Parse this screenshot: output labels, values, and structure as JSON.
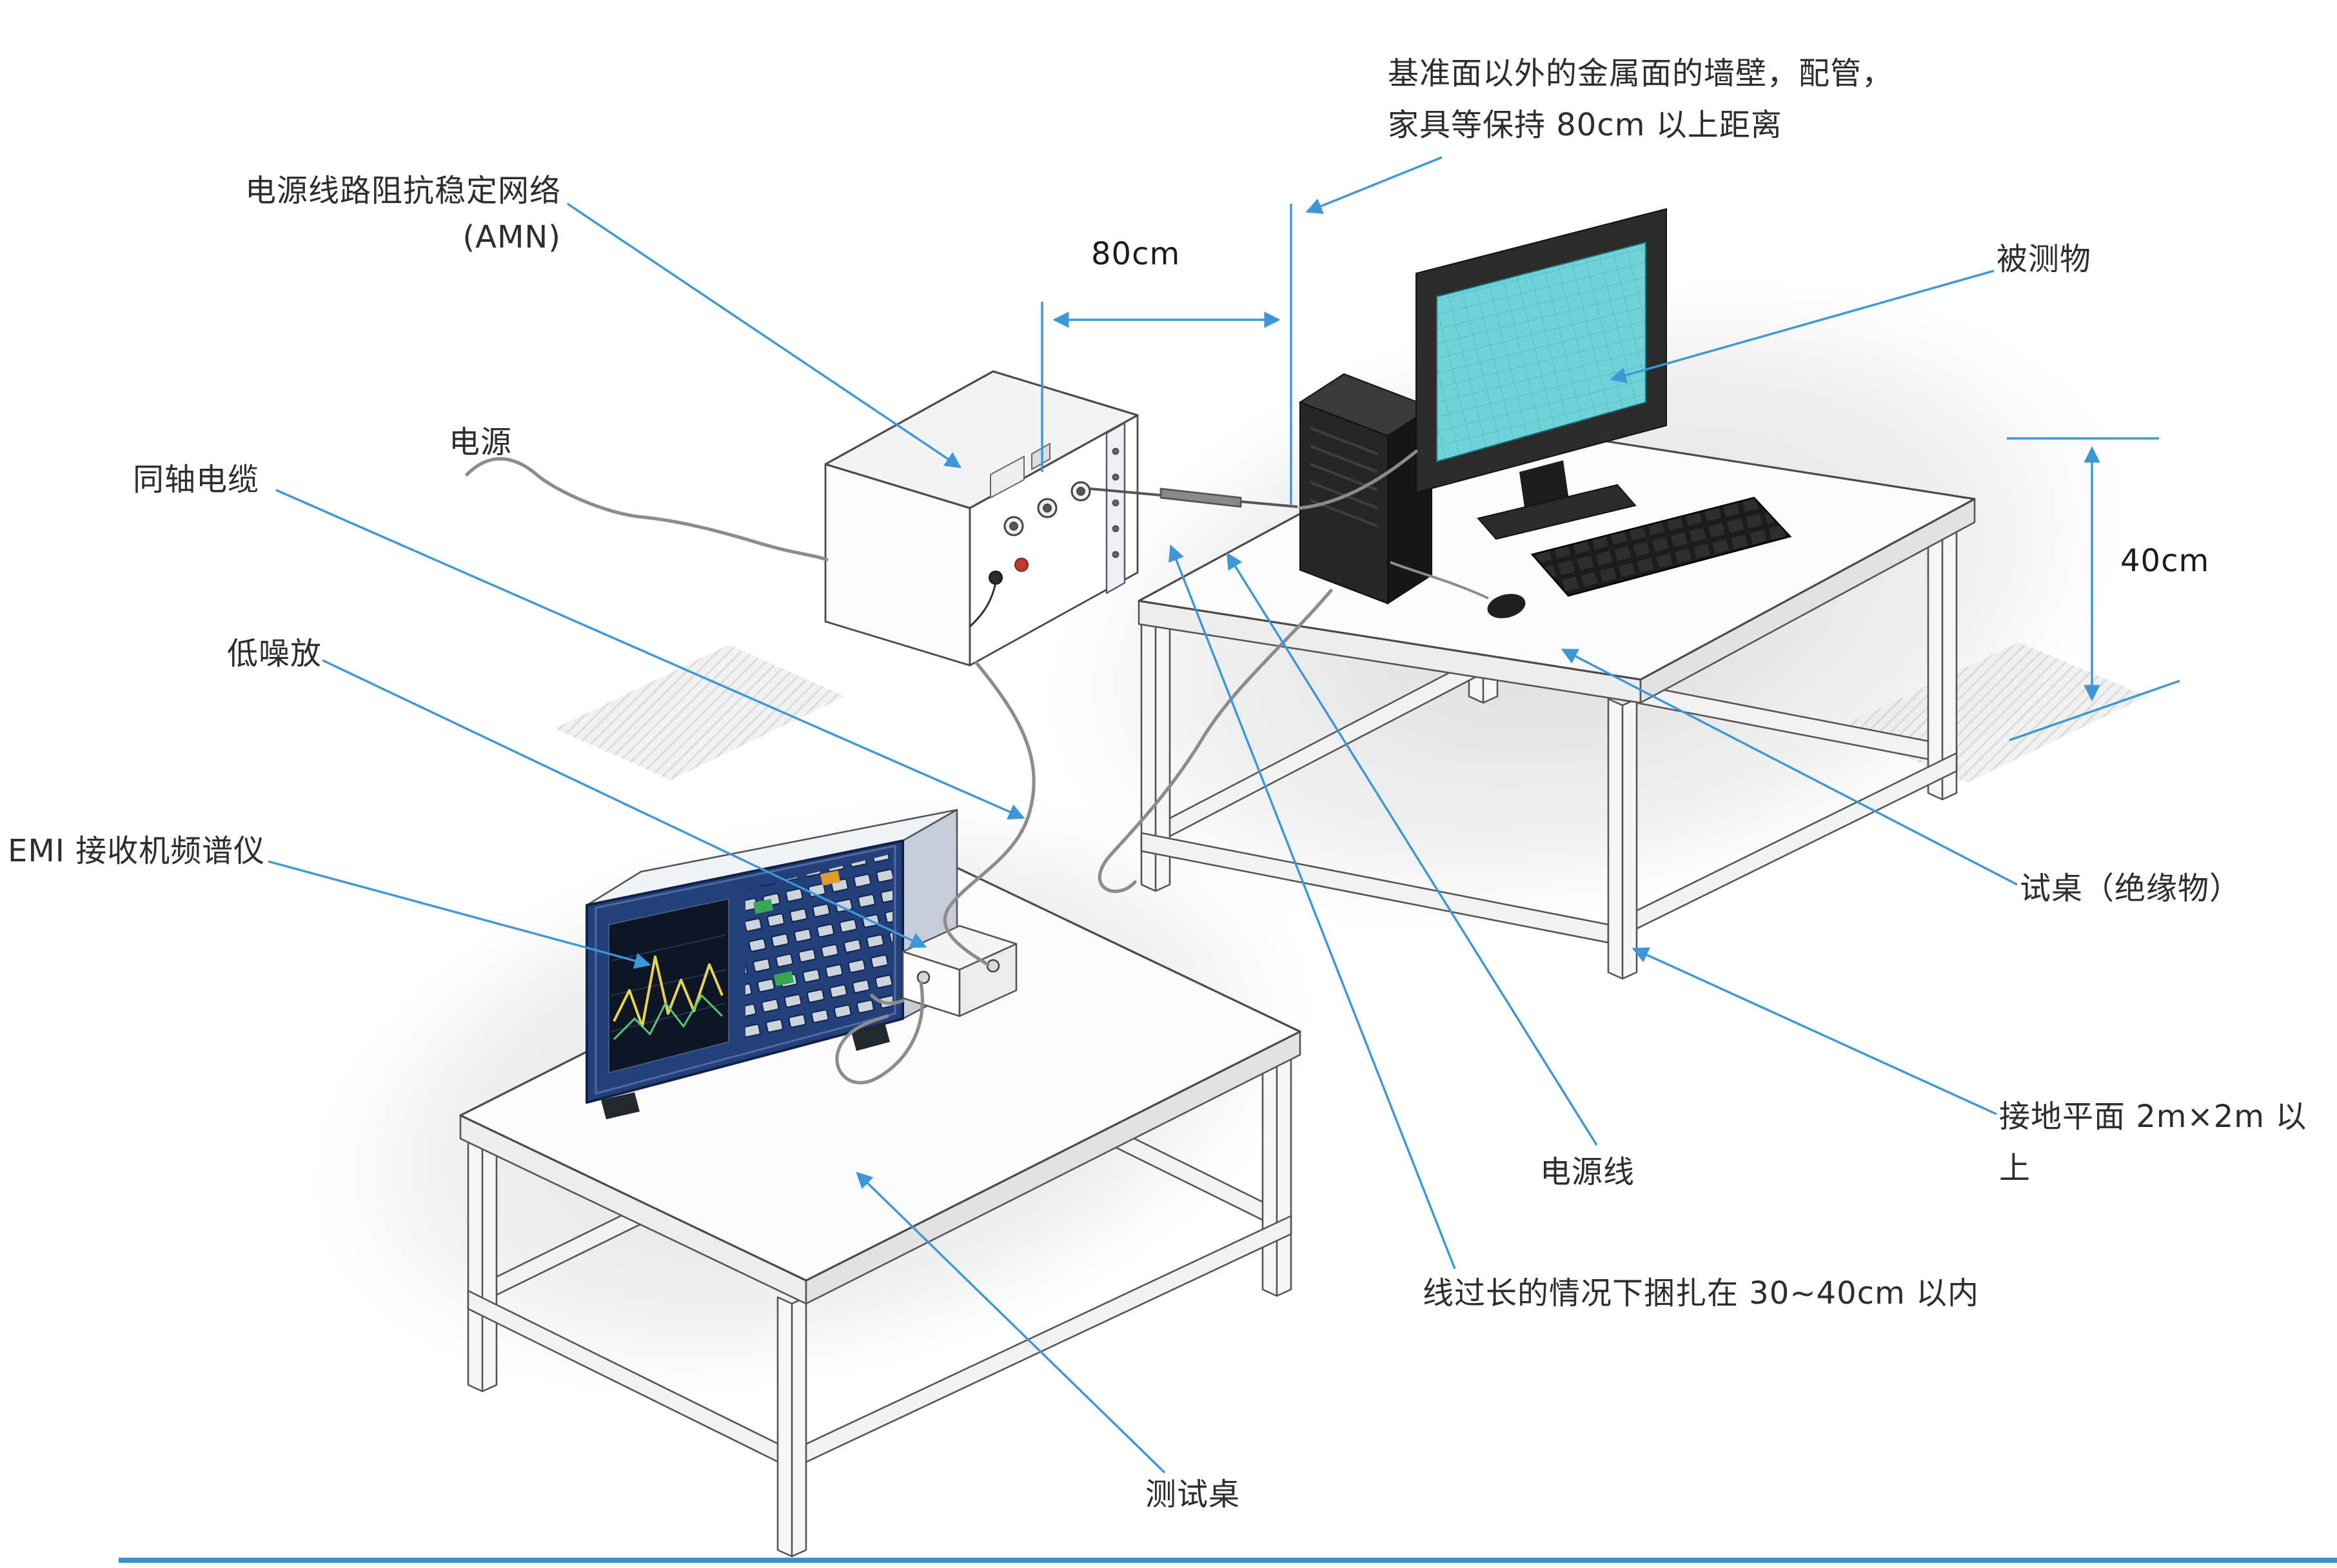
{
  "diagram": {
    "callouts": {
      "metal_distance": "基准面以外的金属面的墙壁，配管，\n家具等保持 80cm 以上距离",
      "amn": "电源线路阻抗稳定网络\n(AMN)",
      "power_source": "电源",
      "coaxial_cable": "同轴电缆",
      "low_noise_amp": "低噪放",
      "emi_receiver": "EMI 接收机频谱仪",
      "dut": "被测物",
      "insulated_table": "试桌（绝缘物）",
      "ground_plane": "接地平面 2m×2m 以上",
      "power_cord": "电源线",
      "cable_bundle_note": "线过长的情况下捆扎在 30~40cm 以内",
      "test_table": "测试桌"
    },
    "dimensions": {
      "horizontal_gap": "80cm",
      "table_height": "40cm"
    },
    "colors": {
      "callout_blue": "#3b97d8",
      "monitor_screen": "#6fd2d8",
      "analyzer_panel": "#24407a"
    }
  }
}
